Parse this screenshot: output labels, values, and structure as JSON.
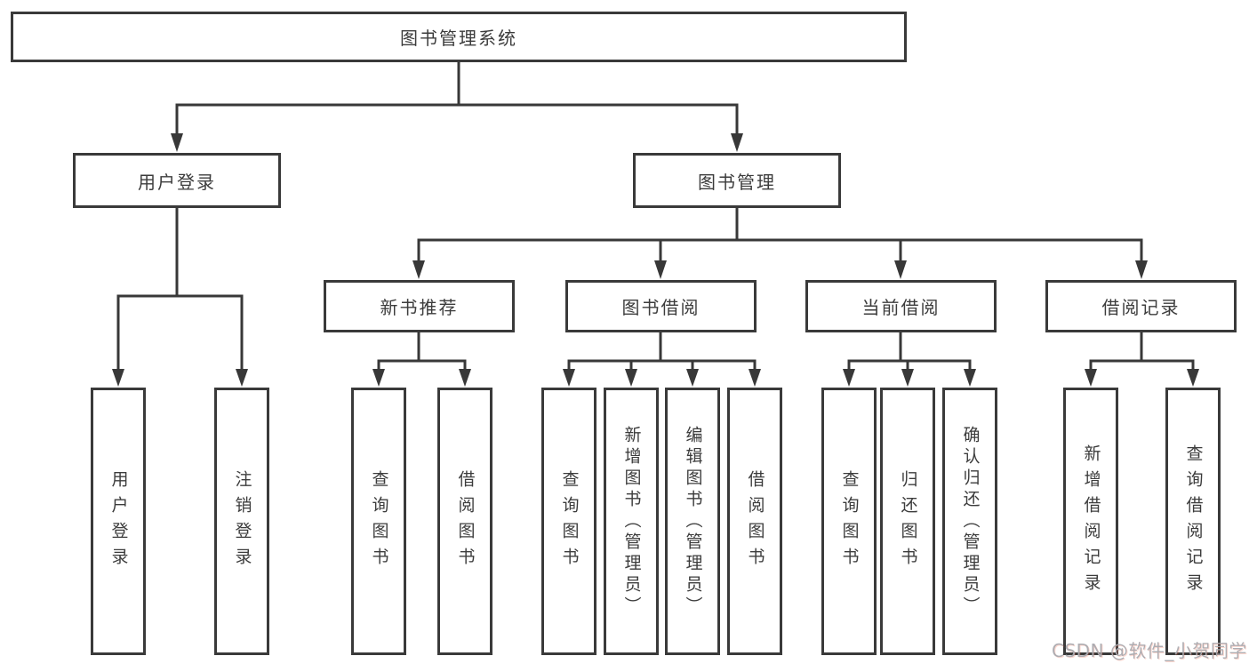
{
  "diagram": {
    "root": {
      "label": "图书管理系统"
    },
    "level2": [
      {
        "label": "用户登录"
      },
      {
        "label": "图书管理"
      }
    ],
    "level3": [
      {
        "label": "新书推荐",
        "parent": "图书管理"
      },
      {
        "label": "图书借阅",
        "parent": "图书管理"
      },
      {
        "label": "当前借阅",
        "parent": "图书管理"
      },
      {
        "label": "借阅记录",
        "parent": "图书管理"
      }
    ],
    "leaves": [
      {
        "label": "用户登录",
        "parent": "用户登录"
      },
      {
        "label": "注销登录",
        "parent": "用户登录"
      },
      {
        "label": "查询图书",
        "parent": "新书推荐"
      },
      {
        "label": "借阅图书",
        "parent": "新书推荐"
      },
      {
        "label": "查询图书",
        "parent": "图书借阅"
      },
      {
        "label": "新增图书（管理员）",
        "parent": "图书借阅"
      },
      {
        "label": "编辑图书（管理员）",
        "parent": "图书借阅"
      },
      {
        "label": "借阅图书",
        "parent": "图书借阅"
      },
      {
        "label": "查询图书",
        "parent": "当前借阅"
      },
      {
        "label": "归还图书",
        "parent": "当前借阅"
      },
      {
        "label": "确认归还（管理员）",
        "parent": "当前借阅"
      },
      {
        "label": "新增借阅记录",
        "parent": "借阅记录"
      },
      {
        "label": "查询借阅记录",
        "parent": "借阅记录"
      }
    ]
  },
  "watermark": {
    "text": "CSDN @软件_小贺同学"
  },
  "colors": {
    "line": "#383838",
    "border": "#3a3a3a",
    "text": "#3c3c3c",
    "watermark_gray": "#aaaaaf",
    "watermark_accent": "#fc5531",
    "background": "#ffffff"
  }
}
